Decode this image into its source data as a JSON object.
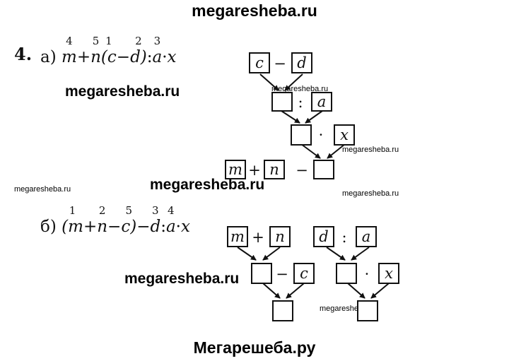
{
  "watermarks": {
    "top": "megaresheba.ru",
    "bottom": "Мегарешеба.ру",
    "large_1": "megaresheba.ru",
    "large_2": "megaresheba.ru",
    "large_3": "megaresheba.ru",
    "small_1": "megaresheba.ru",
    "small_2": "megaresheba.ru",
    "small_3": "megaresheba.ru",
    "small_4": "megaresheba.ru",
    "small_5": "megaresheba.ru"
  },
  "problem": {
    "number": "4.",
    "part_a": {
      "label": "а)",
      "tokens": [
        {
          "t": "m",
          "n": "4"
        },
        {
          "t": "+",
          "n": ""
        },
        {
          "t": "n",
          "n": "5"
        },
        {
          "t": "(c",
          "n": "1"
        },
        {
          "t": "−",
          "n": ""
        },
        {
          "t": "d)",
          "n": "2"
        },
        {
          "t": ":",
          "n": ""
        },
        {
          "t": "a",
          "n": "3"
        },
        {
          "t": "·",
          "n": ""
        },
        {
          "t": "x",
          "n": ""
        }
      ],
      "diagram": {
        "b1": "c",
        "op1": "−",
        "b2": "d",
        "b3": "",
        "op2": ":",
        "b4": "a",
        "b5": "",
        "op3": "·",
        "b6": "x",
        "b7": "m",
        "op4": "+",
        "b8": "n",
        "op5": "−",
        "b9": ""
      }
    },
    "part_b": {
      "label": "б)",
      "tokens": [
        {
          "t": "(m",
          "n": "1"
        },
        {
          "t": "+",
          "n": ""
        },
        {
          "t": "n",
          "n": "2"
        },
        {
          "t": "−",
          "n": ""
        },
        {
          "t": "c)",
          "n": "5"
        },
        {
          "t": "−",
          "n": ""
        },
        {
          "t": "d",
          "n": "3"
        },
        {
          "t": ":",
          "n": ""
        },
        {
          "t": "a",
          "n": "4"
        },
        {
          "t": "·",
          "n": ""
        },
        {
          "t": "x",
          "n": ""
        }
      ],
      "diagram": {
        "b1": "m",
        "op1": "+",
        "b2": "n",
        "b3": "d",
        "op2": ":",
        "b4": "a",
        "b5": "",
        "op3": "−",
        "b6": "c",
        "b7": "",
        "op4": "·",
        "b8": "x",
        "b9": "",
        "b10": ""
      }
    }
  }
}
